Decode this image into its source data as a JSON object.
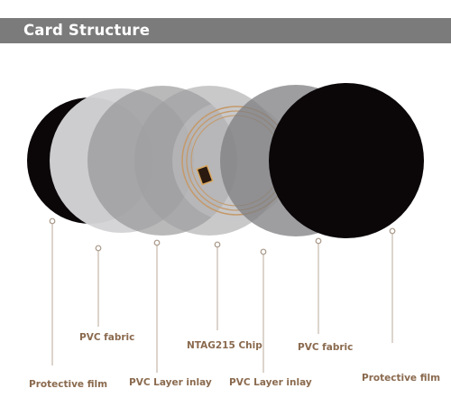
{
  "header": {
    "title": "Card Structure"
  },
  "layers": [
    {
      "label": "Protective film",
      "color": "#0b0709",
      "shade": "black"
    },
    {
      "label": "PVC fabric",
      "color": "#d4d4d6",
      "shade": "light-gray"
    },
    {
      "label": "PVC Layer inlay",
      "color": "#9a9a9c",
      "shade": "gray"
    },
    {
      "label": "NTAG215 Chip",
      "color": "#bdbdbf",
      "shade": "light-gray",
      "icon": "nfc-antenna-chip-icon"
    },
    {
      "label": "PVC Layer inlay",
      "color": "#7c7c7e",
      "shade": "dark-gray"
    },
    {
      "label": "PVC fabric",
      "color": "#8e8e90",
      "shade": "gray"
    },
    {
      "label": "Protective film",
      "color": "#0b0709",
      "shade": "black"
    }
  ],
  "colors": {
    "header_bg": "#7b7b7b",
    "header_text": "#ffffff",
    "label_text": "#8a6a4e",
    "leader_line": "#b8a89a",
    "antenna": "#c49a6c"
  }
}
